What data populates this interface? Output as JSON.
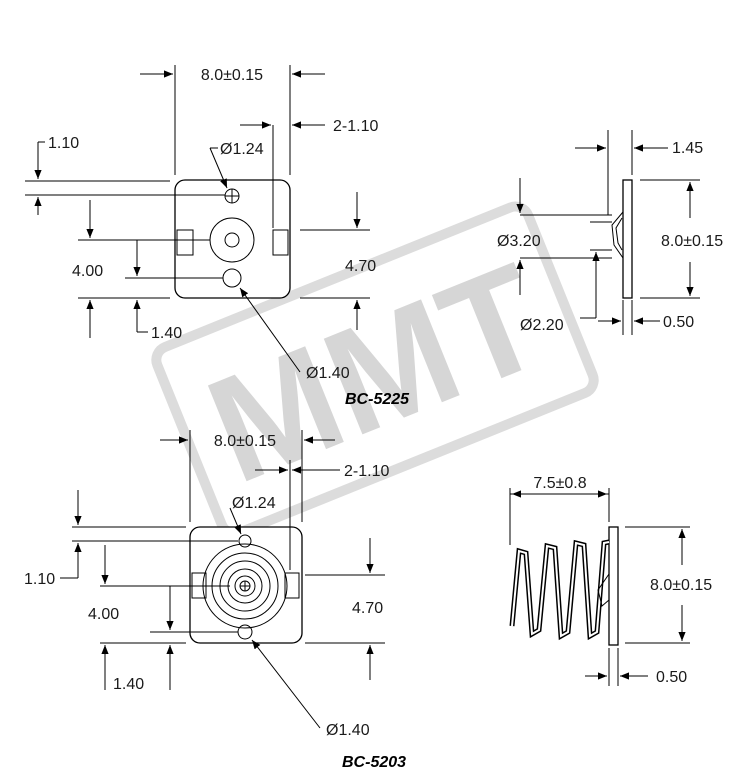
{
  "watermark": {
    "text": "MMT"
  },
  "top_view_5225": {
    "width": "8.0±0.15",
    "offset": "2-1.10",
    "edge": "1.10",
    "hole_top": "Ø1.24",
    "spacing": "4.00",
    "height": "4.70",
    "bottom": "1.40",
    "hole_bottom": "Ø1.40",
    "model": "BC-5225"
  },
  "side_view_5225": {
    "thickness": "1.45",
    "dia_large": "Ø3.20",
    "height": "8.0±0.15",
    "dia_small": "Ø2.20",
    "plate": "0.50"
  },
  "top_view_5203": {
    "width": "8.0±0.15",
    "offset": "2-1.10",
    "hole_top": "Ø1.24",
    "edge": "1.10",
    "spacing": "4.00",
    "height": "4.70",
    "bottom": "1.40",
    "hole_bottom": "Ø1.40",
    "model": "BC-5203"
  },
  "side_view_5203": {
    "spring_len": "7.5±0.8",
    "height": "8.0±0.15",
    "plate": "0.50"
  }
}
